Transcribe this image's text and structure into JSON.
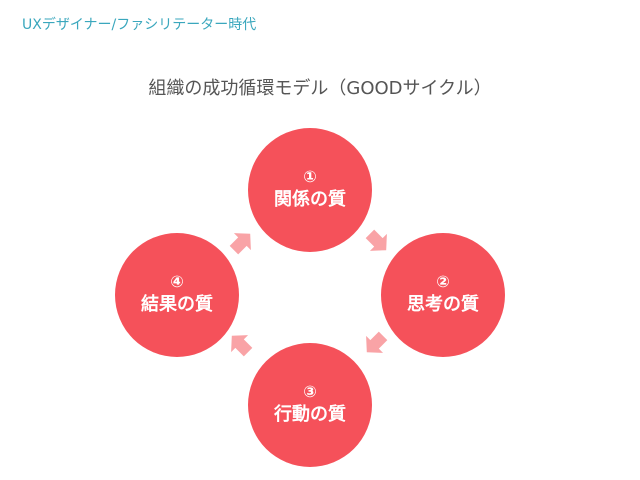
{
  "header": {
    "subtitle": "UXデザイナー/ファシリテーター時代"
  },
  "title": "組織の成功循環モデル（GOODサイクル）",
  "colors": {
    "circle": "#f5515a",
    "arrow": "#f9a3a6",
    "subtitle": "#3aa7bd"
  },
  "cycle": [
    {
      "num": "①",
      "label": "関係の質"
    },
    {
      "num": "②",
      "label": "思考の質"
    },
    {
      "num": "③",
      "label": "行動の質"
    },
    {
      "num": "④",
      "label": "結果の質"
    }
  ]
}
